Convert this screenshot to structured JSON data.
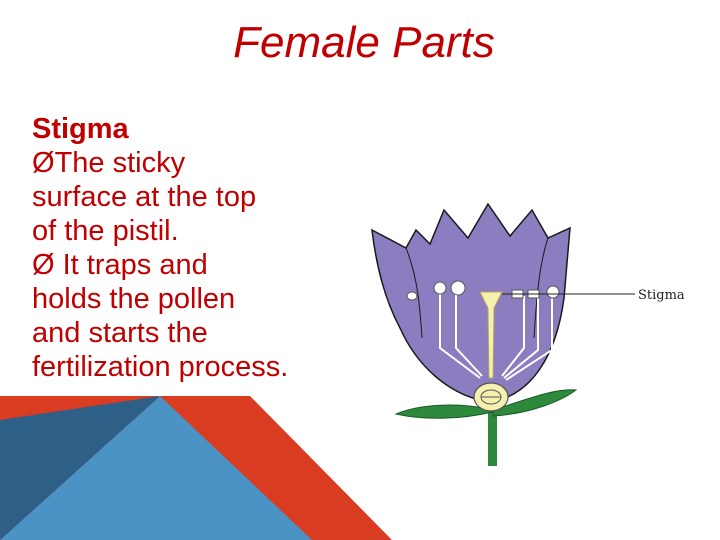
{
  "slide": {
    "title": "Female Parts",
    "heading": "Stigma",
    "bullet_glyph": "Ø",
    "lines": [
      "The sticky",
      "surface at the top",
      "of the pistil.",
      " It traps and",
      "holds the pollen",
      "and starts the",
      "fertilization process."
    ]
  },
  "figure": {
    "stigma_label": "Stigma",
    "colors": {
      "petal": "#8c7cc0",
      "petal_outline": "#1a1a1a",
      "stem": "#2d8a3c",
      "pistil": "#f5f0b0",
      "stamen": "#ffffff"
    }
  },
  "theme": {
    "text_color": "#c00000",
    "corner_red": "#d93c20",
    "corner_blue": "#2e5f86",
    "corner_light_blue": "#4b93c4"
  }
}
